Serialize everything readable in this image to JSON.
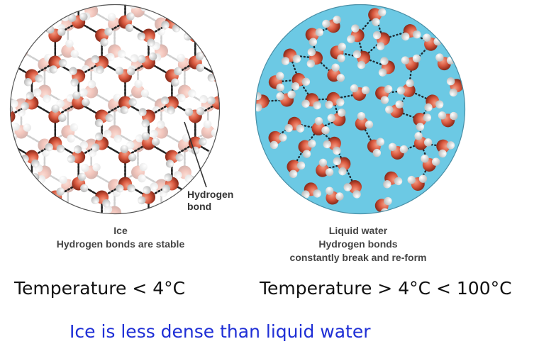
{
  "ice": {
    "caption_title": "Ice",
    "caption_subtitle": "Hydrogen bonds are stable",
    "pointer_label_line1": "Hydrogen",
    "pointer_label_line2": "bond"
  },
  "liquid": {
    "caption_title": "Liquid water",
    "caption_line2": "Hydrogen bonds",
    "caption_line3": "constantly break and re-form"
  },
  "temperatures": {
    "ice": "Temperature < 4°C",
    "liquid": "Temperature > 4°C < 100°C"
  },
  "conclusion": "Ice is less dense than liquid water",
  "colors": {
    "oxygen": "#d9593f",
    "hydrogen": "#f2f2f2",
    "liquid_background": "#6cc9e4",
    "conclusion_text": "#1f2fd6"
  }
}
